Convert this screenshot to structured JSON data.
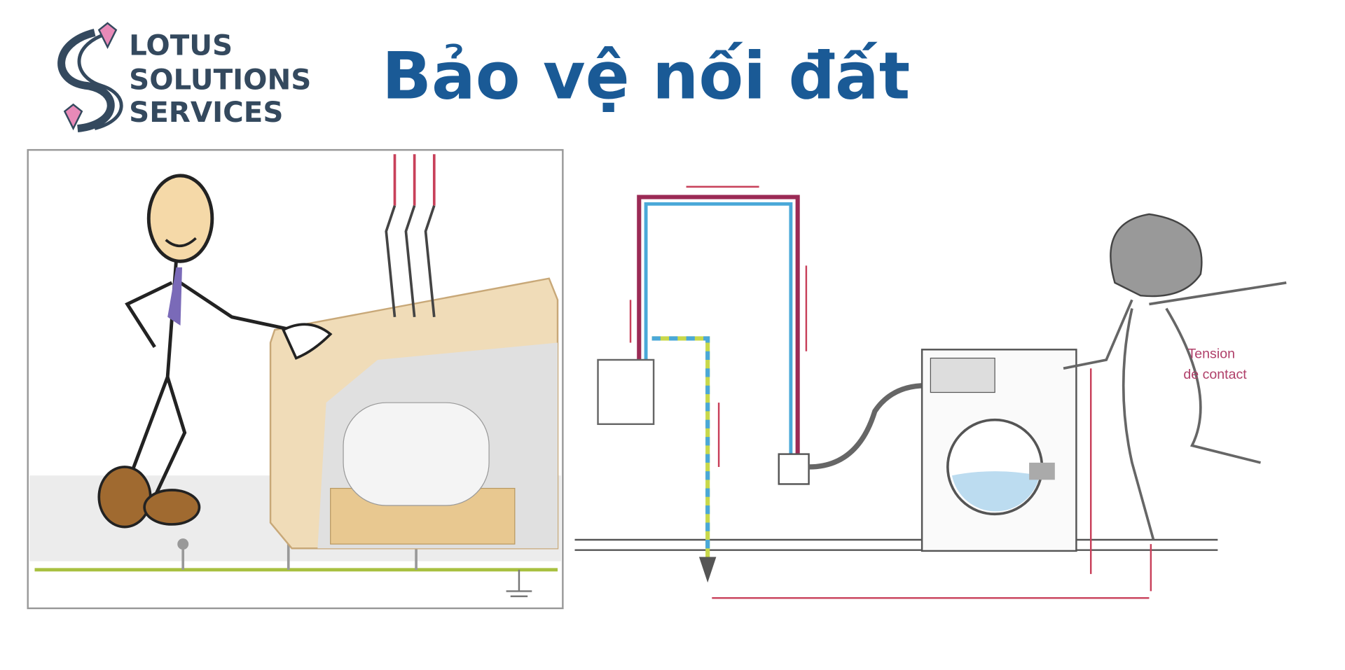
{
  "logo": {
    "line1": "LOTUS",
    "line2": "SOLUTIONS",
    "line3": "SERVICES"
  },
  "title": "Bảo vệ nối đất",
  "labels": {
    "tension_line1": "Tension",
    "tension_line2": "de contact"
  },
  "colors": {
    "title": "#1a5a96",
    "logo": "#34495e",
    "lotus": "#e88ab8",
    "phase": "#9b2a55",
    "neutral": "#4aa8d8",
    "earth": "#c8d84a"
  }
}
